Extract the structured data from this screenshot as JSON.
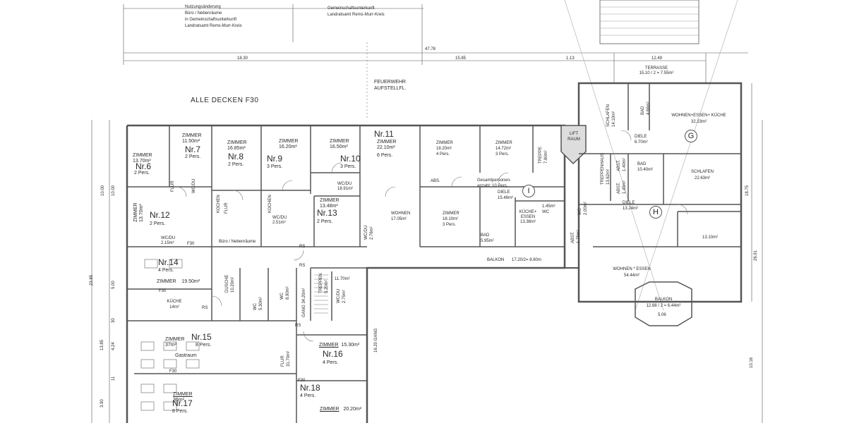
{
  "header": {
    "left_note": [
      "Nutzungsänderung",
      "Büro / Nebenräume",
      "in Gemeinschaftsunterkunft",
      "Landratsamt Rems-Murr-Kreis"
    ],
    "right_note": [
      "Gemeinschaftsunterkunft",
      "Landratsamt Rems-Murr-Kreis"
    ],
    "dim_total": "47.78",
    "dim_left": "18.30",
    "dim_mid": "15.85",
    "dim_small": "1.13",
    "dim_right": "12.49",
    "terrace": [
      "TERRASSE",
      "15.10 / 2 = 7.55m²"
    ]
  },
  "notes": {
    "ceilings": "ALLE DECKEN F30",
    "fire_area": [
      "FEUERWEHR",
      "AUFSTELLFL."
    ],
    "office": "Büro / Nebenräume",
    "balcony_main": "BALKON",
    "balcony_main_dim": "17.20/2= 8.60m",
    "gesamt": [
      "Gesamtpersonen-",
      "anzahl: 10 Pers."
    ],
    "lift": [
      "LIFT",
      "RAUM"
    ],
    "f30_a": "F30",
    "f30_b": "F30",
    "f30_c": "F30",
    "f30_d": "F30",
    "rs_a": "RS",
    "rs_b": "RS",
    "rs_c": "RS",
    "rs_d": "RS",
    "gang": "GANG 34.20m²",
    "gang2": "16.20 GANG",
    "abs": "ABS."
  },
  "units": [
    {
      "nr": "Nr.6",
      "pers": "2 Pers.",
      "room": "ZIMMER",
      "area": "13.70m²"
    },
    {
      "nr": "Nr.7",
      "pers": "2 Pers.",
      "room": "ZIMMER",
      "area": "11.50m²"
    },
    {
      "nr": "Nr.8",
      "pers": "2 Pers.",
      "room": "ZIMMER",
      "area": "16.85m²"
    },
    {
      "nr": "Nr.9",
      "pers": "3 Pers.",
      "room": "ZIMMER",
      "area": "16.20m²"
    },
    {
      "nr": "Nr.10",
      "pers": "3 Pers.",
      "room": "ZIMMER",
      "area": "16.50m²"
    },
    {
      "nr": "Nr.11",
      "pers": "6 Pers.",
      "room": "ZIMMER",
      "area": "22.10m²"
    },
    {
      "nr": "Nr.12",
      "pers": "2 Pers.",
      "room": "ZIMMER",
      "area": "13.70m²"
    },
    {
      "nr": "Nr.13",
      "pers": "2 Pers.",
      "room": "ZIMMER",
      "area": "13.48m²"
    },
    {
      "nr": "Nr.14",
      "pers": "4 Pers.",
      "room": "ZIMMER",
      "area": "19.50m²"
    },
    {
      "nr": "Nr.15",
      "pers": "8 Pers.",
      "room": "ZIMMER",
      "area": "37m²"
    },
    {
      "nr": "Nr.16",
      "pers": "4 Pers.",
      "room": "ZIMMER",
      "area": "15.30m²"
    },
    {
      "nr": "Nr.17",
      "pers": "8 Pers.",
      "room": "ZIMMER",
      "area": "36m²"
    },
    {
      "nr": "Nr.18",
      "pers": "4 Pers.",
      "room": "ZIMMER",
      "area": "20.20m²"
    }
  ],
  "rooms": {
    "z1": [
      "ZIMMER",
      "18.20m²",
      "4 Pers."
    ],
    "z2": [
      "ZIMMER",
      "14.72m²",
      "3 Pers."
    ],
    "z3": [
      "ZIMMER",
      "18.10m²",
      "3 Pers."
    ],
    "wohnen": [
      "WOHNEN",
      "17.05m²"
    ],
    "diele_i": [
      "DIELE",
      "15.46m²"
    ],
    "kueche_i": [
      "KÜCHE+",
      "ESSEN",
      "13.38m²"
    ],
    "bad_i": [
      "BAD",
      "5.95m²"
    ],
    "wc_i": [
      "1.45m²",
      "WC"
    ],
    "treppe": [
      "TREPPE",
      "7.80m²"
    ],
    "schlafen_g": [
      "SCHLAFEN",
      "14.10m²"
    ],
    "bad_g": [
      "BAD",
      "4.66m²"
    ],
    "wohnen_g": [
      "WOHNEN+ESSEN+ KÜCHE",
      "32.23m²"
    ],
    "diele_g": [
      "DIELE",
      "6.70m²"
    ],
    "treppenhaus": [
      "TREPPENHAUS",
      "13.62m²"
    ],
    "abst_g": [
      "ABST.",
      "1.40m²"
    ],
    "bad_h": [
      "BAD",
      "10.40m²"
    ],
    "abst_h": [
      "ABST.",
      "1.45m²"
    ],
    "schlafen_h": [
      "SCHLAFEN",
      "22.63m²"
    ],
    "diele_h": [
      "DIELE",
      "13.24m²"
    ],
    "room_h2": [
      "13.10m²"
    ],
    "wohnen_h": [
      "WOHNEN * ESSEN",
      "54.44m²"
    ],
    "balkon_h": [
      "BALKON",
      "12.88 / 2 = 6.44m²",
      "5.06"
    ],
    "abst_side": [
      "ABST.",
      "1.75m²"
    ],
    "wc_side": [
      "WC",
      "2.00m²"
    ],
    "kueche_14": [
      "KÜCHE",
      "14m²"
    ],
    "gastraum": "Gastraum",
    "dusche": [
      "DUSCHE",
      "10.20m²"
    ],
    "wc_a": [
      "WC",
      "5.30m²"
    ],
    "wc_b": [
      "WC",
      "8.90m²"
    ],
    "treppen": [
      "TREPPEN",
      "5.20m²"
    ],
    "wcdu_a": [
      "WC/DU",
      "2.75m²"
    ],
    "flur_big": [
      "FLUR",
      "31.70m²"
    ],
    "r1170": "11.70m²",
    "wcdu_12": [
      "WC/DU",
      "2.15m²"
    ],
    "wcdu_10": [
      "WC/DU",
      "18.91m²"
    ],
    "wcdu_13": [
      "WC/DU",
      "2.76m²"
    ],
    "kochen_a": "KOCHEN",
    "kochen_b": "KOCHEN",
    "flur_a": "FLUR",
    "flur_b": "FLUR",
    "wcdu_7": "WC/DU",
    "wcdu_8": [
      "WC/DU",
      "2.51m²"
    ]
  },
  "markers": [
    "G",
    "H",
    "I"
  ],
  "side_dims": {
    "left": [
      "10.00",
      "10.00",
      "23.85",
      "5.00",
      "30",
      "4.24",
      "13.85",
      "11",
      "3.90"
    ],
    "right": [
      "18.75",
      "26.91",
      "10.16"
    ]
  }
}
